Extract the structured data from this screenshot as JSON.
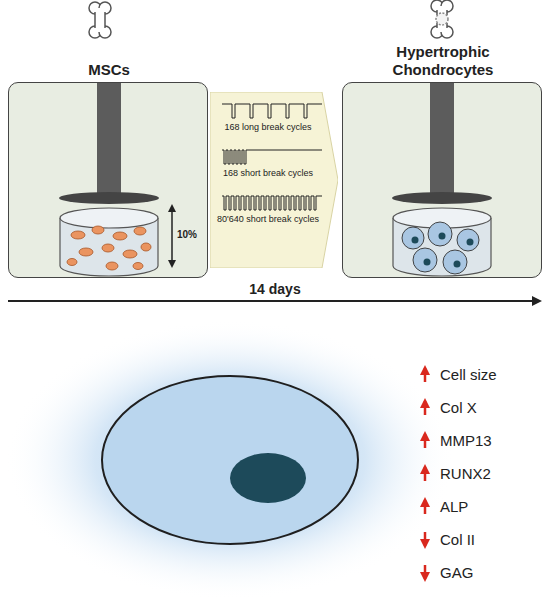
{
  "diagram": {
    "nodes": [
      {
        "text": [
          "MSCs"
        ]
      },
      {
        "text": [
          "168 long break cycles",
          "168 short break cycles",
          "80'640 short break cycles"
        ]
      },
      {
        "text": [
          "Hypertrophic Chondrocytes"
        ]
      }
    ],
    "labels": [
      "10%",
      "14 days",
      "Cell size",
      "Col X",
      "MMP13",
      "RUNX2",
      "ALP",
      "Col II",
      "GAG"
    ]
  }
}
